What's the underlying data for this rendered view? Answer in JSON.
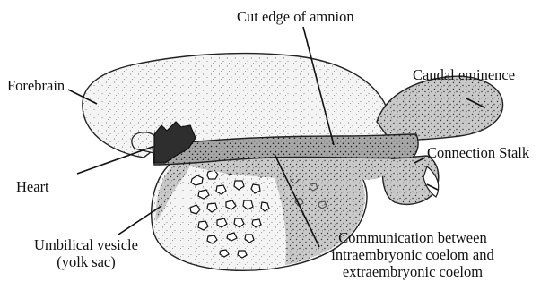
{
  "labels": {
    "cut_edge": "Cut edge of amnion",
    "forebrain": "Forebrain",
    "caudal_eminence": "Caudal eminence",
    "connection_stalk": "Connection Stalk",
    "heart": "Heart",
    "umbilical_vesicle_line1": "Umbilical vesicle",
    "umbilical_vesicle_line2": "(yolk sac)",
    "communication_line1": "Communication between",
    "communication_line2": "intraembryonic coelom and",
    "communication_line3": "extraembryonic coelom"
  },
  "colors": {
    "outline": "#222222",
    "dark_band": "#5a5a5a",
    "heart": "#333333",
    "grey_region": "#a9a9a9",
    "light_region": "#efefef",
    "background": "#ffffff"
  }
}
